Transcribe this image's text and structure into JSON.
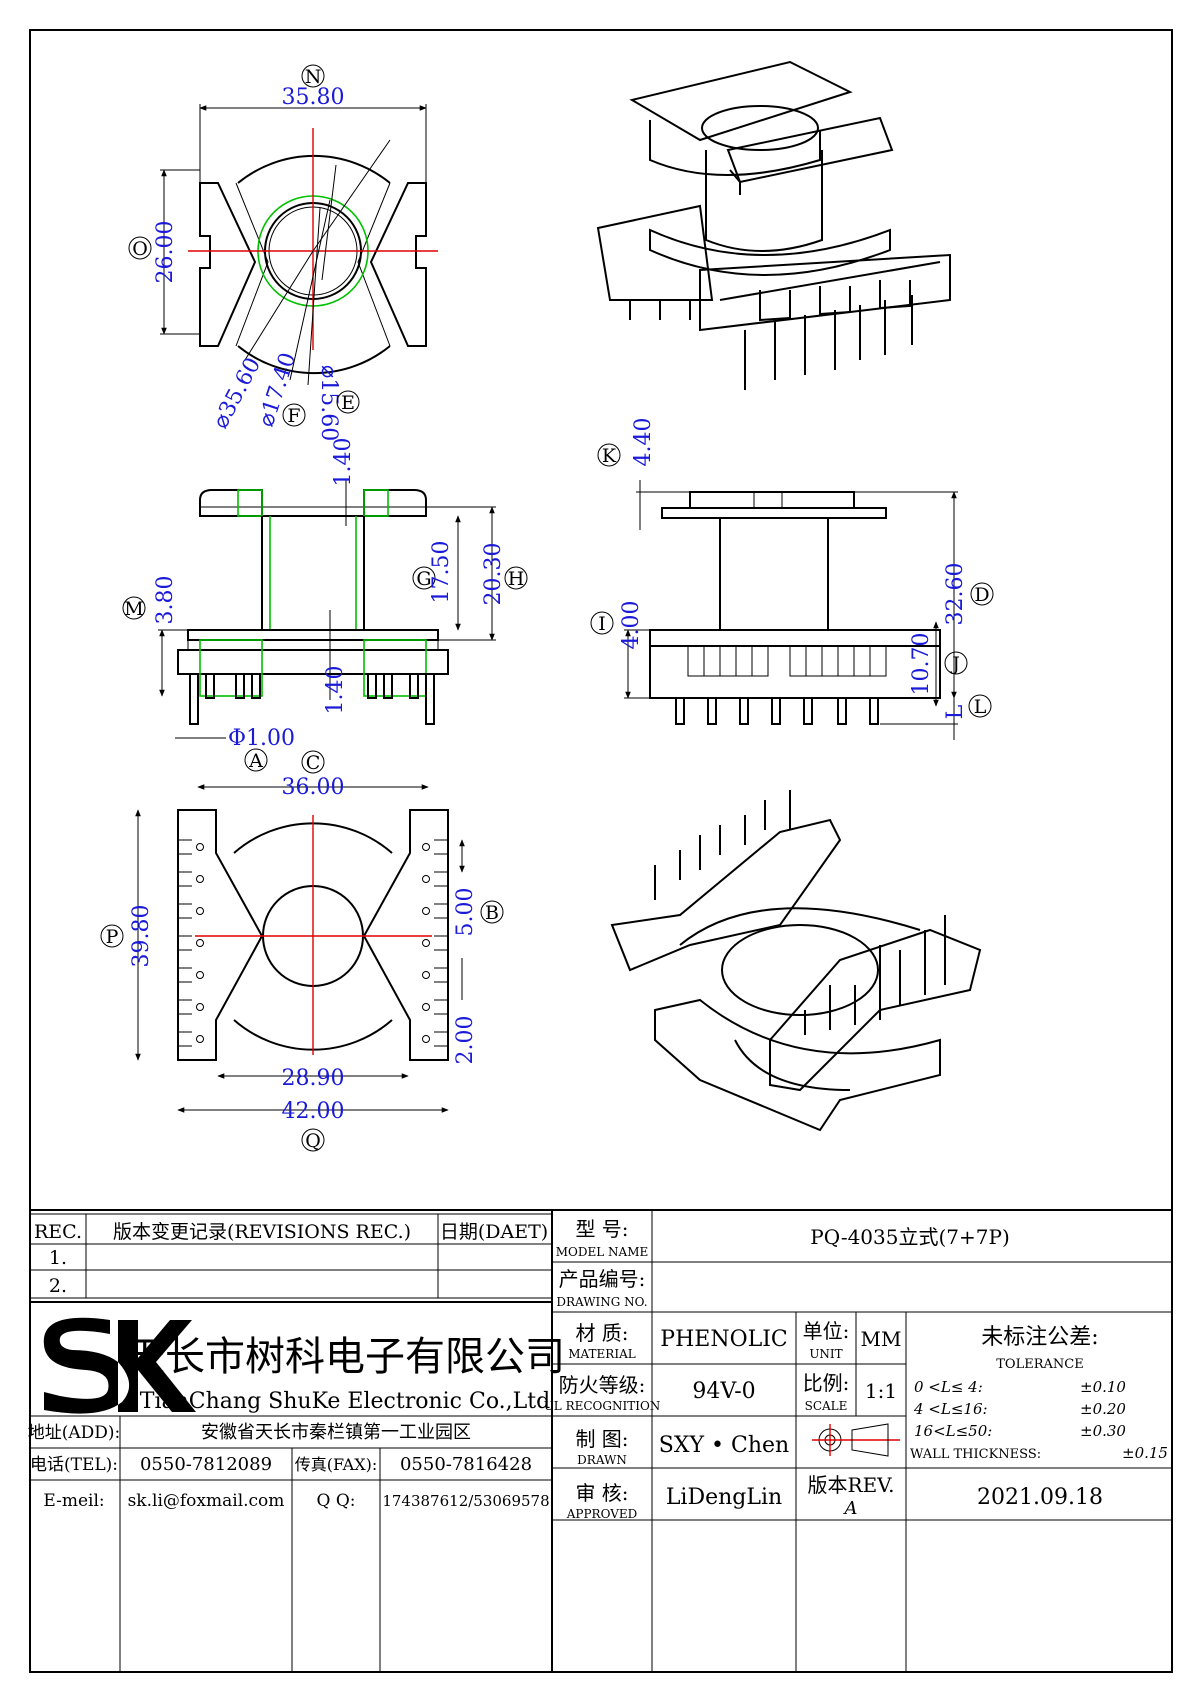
{
  "dimensions": {
    "N": "35.80",
    "O": "26.00",
    "dia_outer": "⌀35.60",
    "dia_f": "⌀17.40",
    "dia_e": "⌀15.60",
    "K": "4.40",
    "top_flange": "1.40",
    "G": "17.50",
    "H": "20.30",
    "M": "3.80",
    "bottom_flange": "1.40",
    "A": "Φ1.00",
    "I": "4.00",
    "D": "32.60",
    "J": "10.70",
    "L": "L",
    "C": "36.00",
    "P": "39.80",
    "B": "5.00",
    "B2": "2.00",
    "width_inner": "28.90",
    "Q": "42.00"
  },
  "labels": [
    "N",
    "O",
    "F",
    "E",
    "K",
    "M",
    "G",
    "H",
    "I",
    "D",
    "J",
    "L",
    "A",
    "C",
    "P",
    "B",
    "Q"
  ],
  "title_block": {
    "rev_header": "REC.",
    "rev_title": "版本变更记录(REVISIONS REC.)",
    "rev_date": "日期(DAET)",
    "rev_rows": [
      "1.",
      "2."
    ],
    "model_cn": "型  号:",
    "model_en": "MODEL NAME",
    "model_value": "PQ-4035立式(7+7P)",
    "drawing_cn": "产品编号:",
    "drawing_en": "DRAWING NO.",
    "drawing_value": "",
    "company_logo": "SK",
    "company_cn": "天长市树科电子有限公司",
    "company_en": "TianChang ShuKe Electronic Co.,Ltd",
    "material_cn": "材  质:",
    "material_en": "MATERIAL",
    "material_value": "PHENOLIC",
    "unit_cn": "单位:",
    "unit_en": "UNIT",
    "unit_value": "MM",
    "tolerance_cn": "未标注公差:",
    "tolerance_en": "TOLERANCE",
    "tolerance_rows": [
      {
        "range": "0 <L≤ 4:",
        "value": "±0.10"
      },
      {
        "range": "4 <L≤16:",
        "value": "±0.20"
      },
      {
        "range": "16<L≤50:",
        "value": "±0.30"
      }
    ],
    "wall_label": "WALL THICKNESS:",
    "wall_value": "±0.15",
    "fire_cn": "防火等级:",
    "fire_en": "UL RECOGNITION",
    "fire_value": "94V-0",
    "scale_cn": "比例:",
    "scale_en": "SCALE",
    "scale_value": "1:1",
    "address_label": "地址(ADD):",
    "address_value": "安徽省天长市秦栏镇第一工业园区",
    "tel_label": "电话(TEL):",
    "tel_value": "0550-7812089",
    "fax_label": "传真(FAX):",
    "fax_value": "0550-7816428",
    "email_label": "E-meil:",
    "email_value": "sk.li@foxmail.com",
    "qq_label": "Q Q:",
    "qq_value": "174387612/53069578",
    "drawn_cn": "制  图:",
    "drawn_en": "DRAWN",
    "drawn_value": "SXY • Chen",
    "approved_cn": "审  核:",
    "approved_en": "APPROVED",
    "approved_value": "LiDengLin",
    "rev_cn": "版本REV.",
    "rev_value": "A",
    "date_value": "2021.09.18"
  },
  "colors": {
    "dimension": "#1a1ad8",
    "centerline": "#e00000",
    "hidden": "#00c000",
    "line": "#000000"
  }
}
